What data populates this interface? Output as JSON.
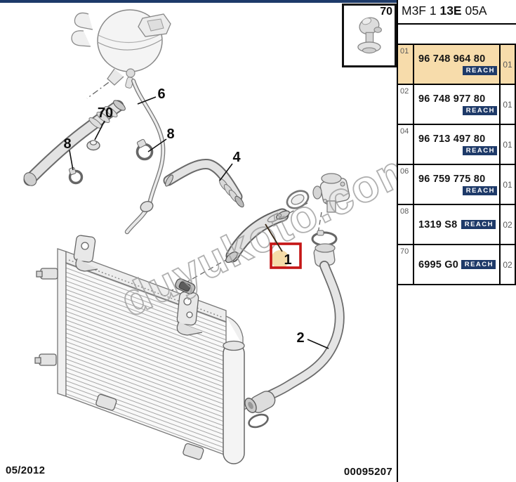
{
  "panel": {
    "title": {
      "prefix": "M3F 1 ",
      "bold": "13E",
      "suffix": " 05A"
    },
    "reach_label": "REACH",
    "rows": [
      {
        "ref": "01",
        "part": "96 748 964 80",
        "qty": "01",
        "selected": true
      },
      {
        "ref": "02",
        "part": "96 748 977 80",
        "qty": "01",
        "selected": false
      },
      {
        "ref": "04",
        "part": "96 713 497 80",
        "qty": "01",
        "selected": false
      },
      {
        "ref": "06",
        "part": "96 759 775 80",
        "qty": "01",
        "selected": false
      },
      {
        "ref": "08",
        "part": "1319 S8",
        "qty": "02",
        "selected": false
      },
      {
        "ref": "70",
        "part": "6995 G0",
        "qty": "02",
        "selected": false
      }
    ]
  },
  "inset_box": {
    "label": "70"
  },
  "diagram": {
    "callouts": [
      {
        "label": "6"
      },
      {
        "label": "70"
      },
      {
        "label": "8"
      },
      {
        "label": "8"
      },
      {
        "label": "4"
      },
      {
        "label": "2"
      },
      {
        "label": "1"
      }
    ],
    "watermark": "duyukoto.com",
    "date": "05/2012",
    "doc_number": "00095207"
  },
  "colors": {
    "top_bar_navy": "#1d3a69",
    "reach_bg": "#1e3a69",
    "highlight": "#f7dcab",
    "callout_red": "#c51616",
    "callout_fill": "#f5dca8"
  }
}
